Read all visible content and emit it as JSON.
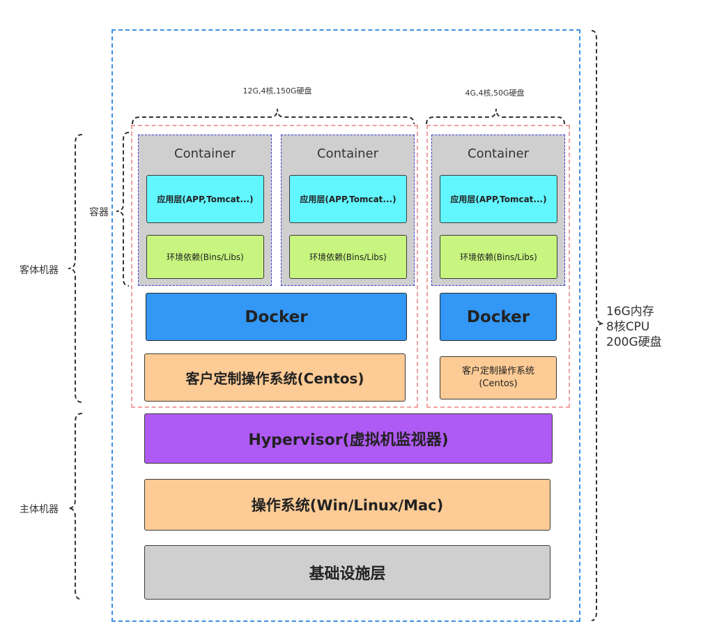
{
  "labels": {
    "guest_machine": "客体机器",
    "container_group": "容器",
    "host_machine": "主体机器"
  },
  "specs": {
    "vm1": "12G,4核,150G硬盘",
    "vm2": "4G,4核,50G硬盘",
    "host": [
      "16G内存",
      "8核CPU",
      "200G硬盘"
    ]
  },
  "containers": [
    {
      "title": "Container",
      "app": "应用层(APP,Tomcat...)",
      "env": "环境依赖(Bins/Libs)"
    },
    {
      "title": "Container",
      "app": "应用层(APP,Tomcat...)",
      "env": "环境依赖(Bins/Libs)"
    },
    {
      "title": "Container",
      "app": "应用层(APP,Tomcat...)",
      "env": "环境依赖(Bins/Libs)"
    }
  ],
  "docker": [
    "Docker",
    "Docker"
  ],
  "guest_os": {
    "vm1": "客户定制操作系统(Centos)",
    "vm2_line1": "客户定制操作系统",
    "vm2_line2": "(Centos)"
  },
  "hypervisor": "Hypervisor(虚拟机监视器)",
  "host_os": "操作系统(Win/Linux/Mac)",
  "infrastructure": "基础设施层",
  "colors": {
    "host_border": "#3d8ee6",
    "vm_border": "#f0a0a0",
    "container_bg": "#cfcfcf",
    "app_layer": "#62f6ff",
    "env_layer": "#c7f57f",
    "docker": "#3297f5",
    "os": "#fdcb95",
    "hypervisor": "#b05af5",
    "infrastructure": "#cfcfcf"
  }
}
